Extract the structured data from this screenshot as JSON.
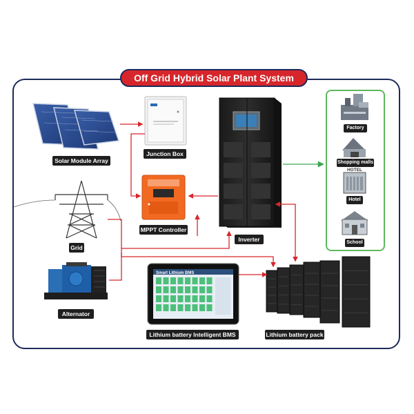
{
  "title": "Off Grid Hybrid Solar Plant System",
  "components": {
    "solar_array": "Solar Module Array",
    "junction_box": "Junction Box",
    "mppt": "MPPT Controller",
    "grid": "Grid",
    "alternator": "Alternator",
    "inverter": "Inverter",
    "bms": "Lithium battery Intelligent BMS",
    "battery_pack": "Lithium battery pack"
  },
  "loads": [
    "Factory",
    "Shopping malls",
    "Hotel",
    "School"
  ],
  "hotel_sign": "HOTEL",
  "bms_screen_title": "Smart Lithium BMS",
  "colors": {
    "frame": "#1c2a5a",
    "title_bg": "#d7262b",
    "arrow_red": "#d7262b",
    "arrow_green": "#3aa655",
    "mppt_orange": "#f26a21",
    "label_bg": "#1f1f1f",
    "screen_cell": "#4cc07a"
  }
}
